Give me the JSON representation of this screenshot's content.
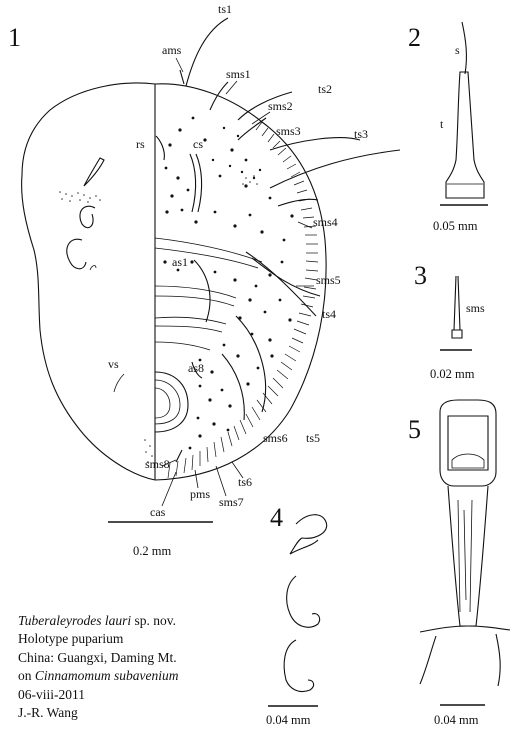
{
  "figures": [
    {
      "number": "1"
    },
    {
      "number": "2"
    },
    {
      "number": "3"
    },
    {
      "number": "4"
    },
    {
      "number": "5"
    }
  ],
  "fig1_labels": {
    "ts1": "ts1",
    "ams": "ams",
    "sms1": "sms1",
    "ts2": "ts2",
    "sms2": "sms2",
    "sms3": "sms3",
    "ts3": "ts3",
    "rs": "rs",
    "cs": "cs",
    "sms4": "sms4",
    "as1": "as1",
    "sms5": "sms5",
    "ts4": "ts4",
    "vs": "vs",
    "as8": "as8",
    "sms6": "sms6",
    "ts5": "ts5",
    "sms8": "sms8",
    "ts6": "ts6",
    "pms": "pms",
    "sms7": "sms7",
    "cas": "cas"
  },
  "fig2_labels": {
    "s": "s",
    "t": "t"
  },
  "fig3_labels": {
    "sms": "sms"
  },
  "scale_bars": {
    "fig1": "0.2 mm",
    "fig2": "0.05 mm",
    "fig3": "0.02 mm",
    "fig4": "0.04 mm",
    "fig5": "0.04 mm"
  },
  "caption": {
    "species": "Tuberaleyrodes lauri",
    "species_suffix": " sp. nov.",
    "line2": "Holotype puparium",
    "line3": "China: Guangxi, Daming Mt.",
    "line4_prefix": "on ",
    "host": "Cinnamomum subavenium",
    "date": "06-viii-2011",
    "collector": "J.-R. Wang"
  }
}
